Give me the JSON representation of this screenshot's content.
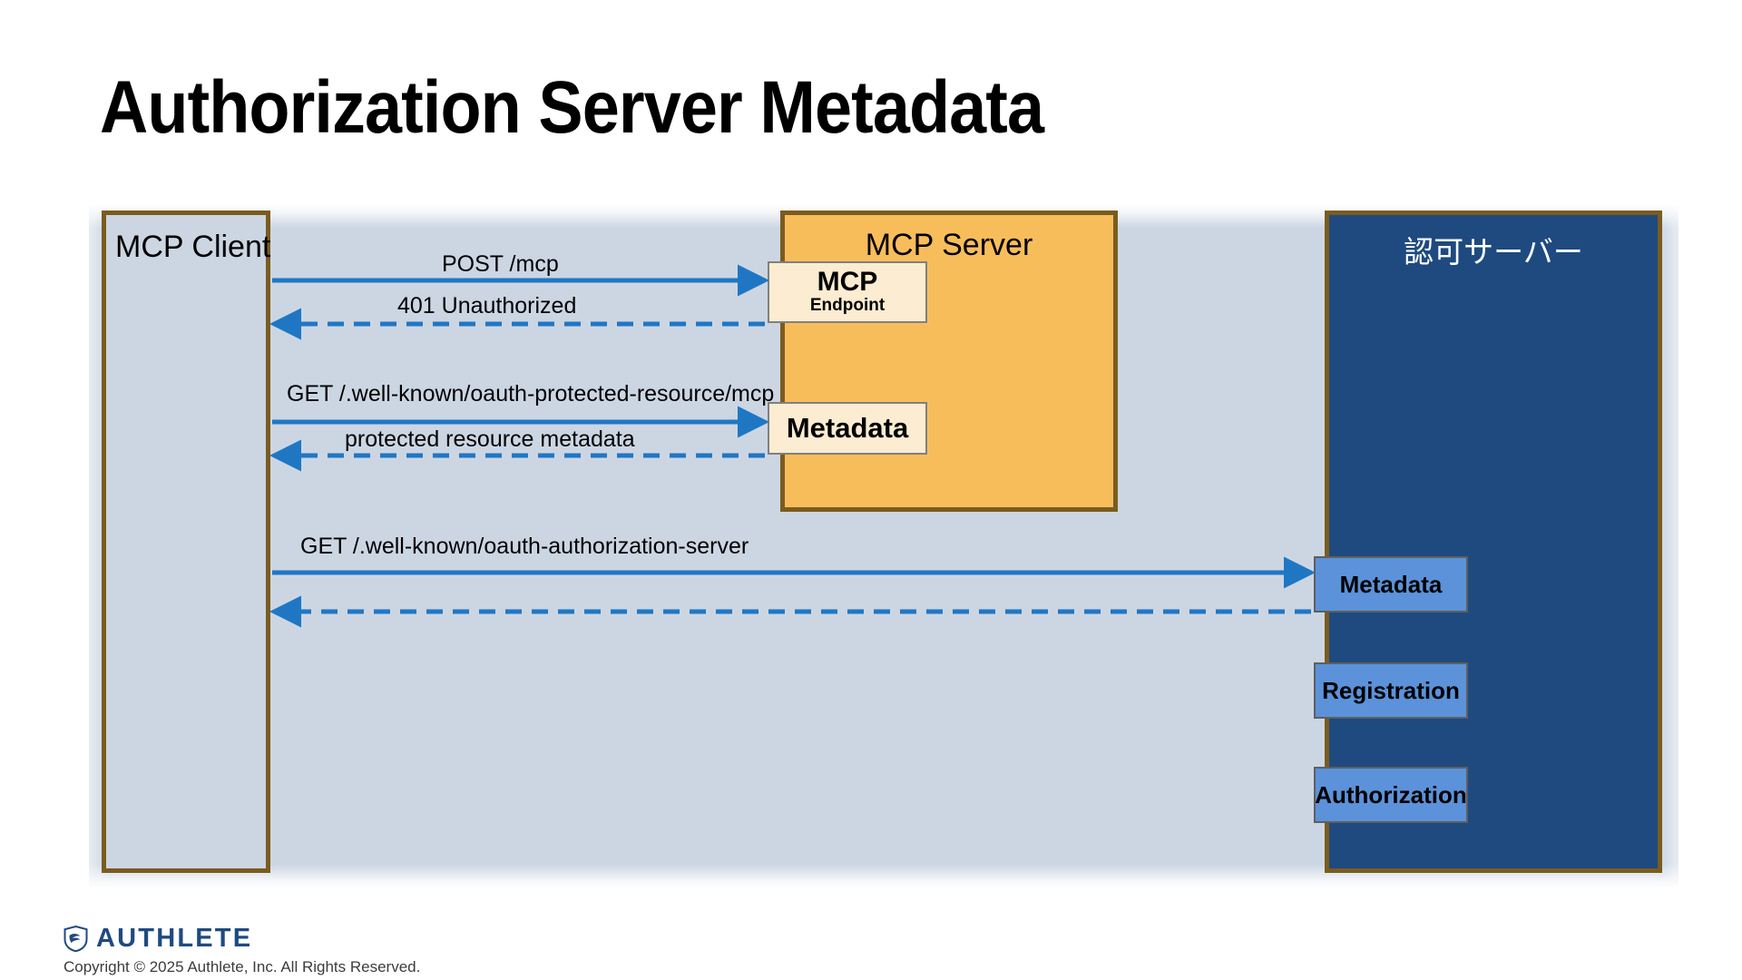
{
  "slide": {
    "title": "Authorization Server Metadata"
  },
  "colors": {
    "panel_background": "#ccd6e3",
    "box_border_brown": "#7a5c1e",
    "mcp_server_fill": "#f8bd5b",
    "authz_server_fill": "#1e4a80",
    "sub_box_fill": "#fcecd1",
    "authz_sub_box_fill": "#5b92d9",
    "arrow_blue": "#1f77c4",
    "brand_navy": "#1f4a80"
  },
  "diagram": {
    "participants": [
      {
        "id": "mcp-client",
        "label": "MCP Client"
      },
      {
        "id": "mcp-server",
        "label": "MCP Server"
      },
      {
        "id": "authorization-server",
        "label": "認可サーバー"
      }
    ],
    "mcp_server_components": [
      {
        "id": "mcp-endpoint",
        "line1": "MCP",
        "line2": "Endpoint"
      },
      {
        "id": "metadata",
        "line1": "Metadata"
      }
    ],
    "authorization_server_components": [
      {
        "id": "metadata",
        "label": "Metadata"
      },
      {
        "id": "registration",
        "label": "Registration"
      },
      {
        "id": "authorization",
        "label": "Authorization"
      }
    ],
    "messages": [
      {
        "id": "post-mcp",
        "label": "POST /mcp",
        "direction": "right",
        "style": "solid",
        "from": "mcp-client",
        "to": "mcp-endpoint"
      },
      {
        "id": "401-unauthorized",
        "label": "401 Unauthorized",
        "direction": "left",
        "style": "dashed",
        "from": "mcp-endpoint",
        "to": "mcp-client"
      },
      {
        "id": "get-protected-resource-metadata",
        "label": "GET /.well-known/oauth-protected-resource/mcp",
        "direction": "right",
        "style": "solid",
        "from": "mcp-client",
        "to": "metadata"
      },
      {
        "id": "protected-resource-metadata",
        "label": "protected resource metadata",
        "direction": "left",
        "style": "dashed",
        "from": "metadata",
        "to": "mcp-client"
      },
      {
        "id": "get-authorization-server-metadata",
        "label": "GET /.well-known/oauth-authorization-server",
        "direction": "right",
        "style": "solid",
        "from": "mcp-client",
        "to": "authorization-server-metadata"
      },
      {
        "id": "authorization-server-metadata-response",
        "label": "",
        "direction": "left",
        "style": "dashed",
        "from": "authorization-server-metadata",
        "to": "mcp-client"
      }
    ]
  },
  "footer": {
    "brand": "AUTHLETE",
    "copyright": "Copyright © 2025 Authlete, Inc. All Rights Reserved."
  }
}
